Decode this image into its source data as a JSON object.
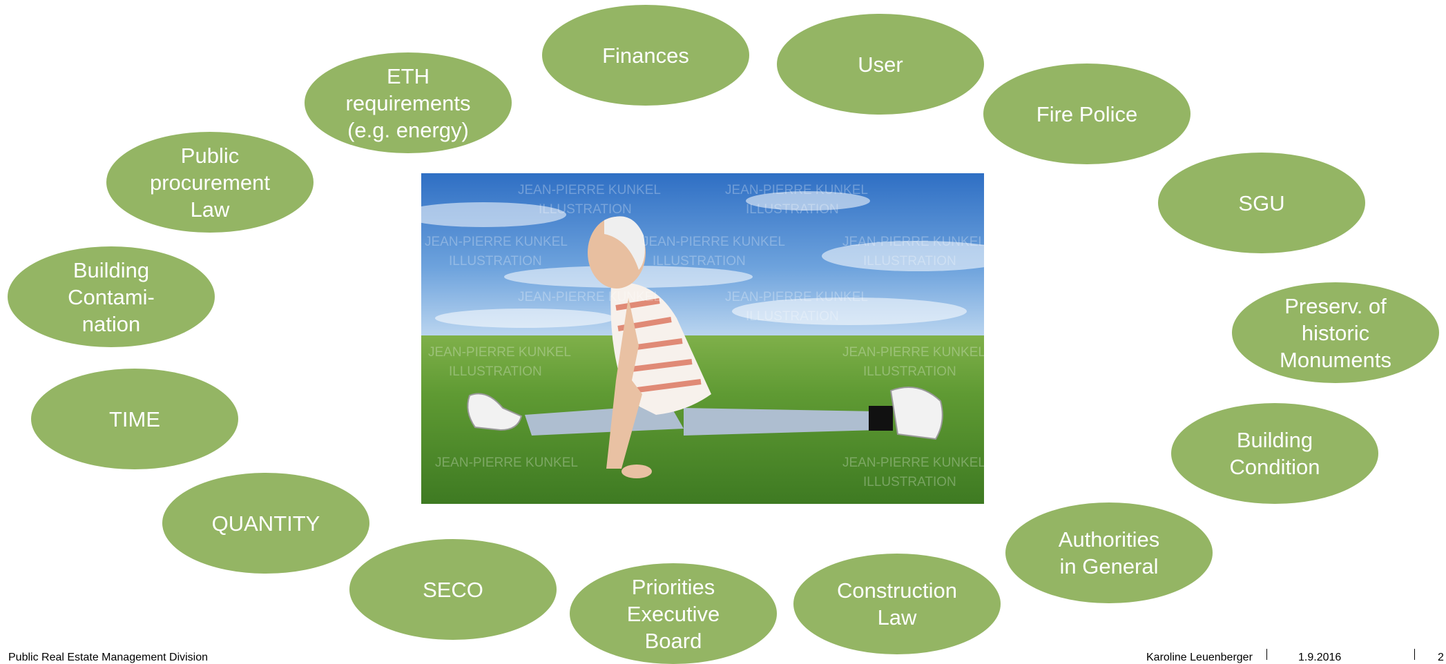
{
  "colors": {
    "bubble": "#94b564",
    "bubble_text": "#ffffff"
  },
  "bubbles": [
    {
      "id": "finances",
      "label": "Finances"
    },
    {
      "id": "user",
      "label": "User"
    },
    {
      "id": "eth",
      "label": "ETH\nrequirements\n(e.g. energy)"
    },
    {
      "id": "fire-police",
      "label": "Fire Police"
    },
    {
      "id": "public-procurement",
      "label": "Public\nprocurement\nLaw"
    },
    {
      "id": "sgu",
      "label": "SGU"
    },
    {
      "id": "building-contamination",
      "label": "Building\nContami-\nnation"
    },
    {
      "id": "historic-monuments",
      "label": "Preserv. of\nhistoric\nMonuments"
    },
    {
      "id": "time",
      "label": "TIME"
    },
    {
      "id": "building-condition",
      "label": "Building\nCondition"
    },
    {
      "id": "quantity",
      "label": "QUANTITY"
    },
    {
      "id": "authorities",
      "label": "Authorities\nin General"
    },
    {
      "id": "seco",
      "label": "SECO"
    },
    {
      "id": "priorities",
      "label": "Priorities\nExecutive\nBoard"
    },
    {
      "id": "construction-law",
      "label": "Construction\nLaw"
    }
  ],
  "photo": {
    "watermark_line1": "JEAN-PIERRE KUNKEL",
    "watermark_line2": "ILLUSTRATION"
  },
  "footer": {
    "division": "Public  Real Estate Management Division",
    "author": "Karoline Leuenberger",
    "date": "1.9.2016",
    "page": "2"
  }
}
